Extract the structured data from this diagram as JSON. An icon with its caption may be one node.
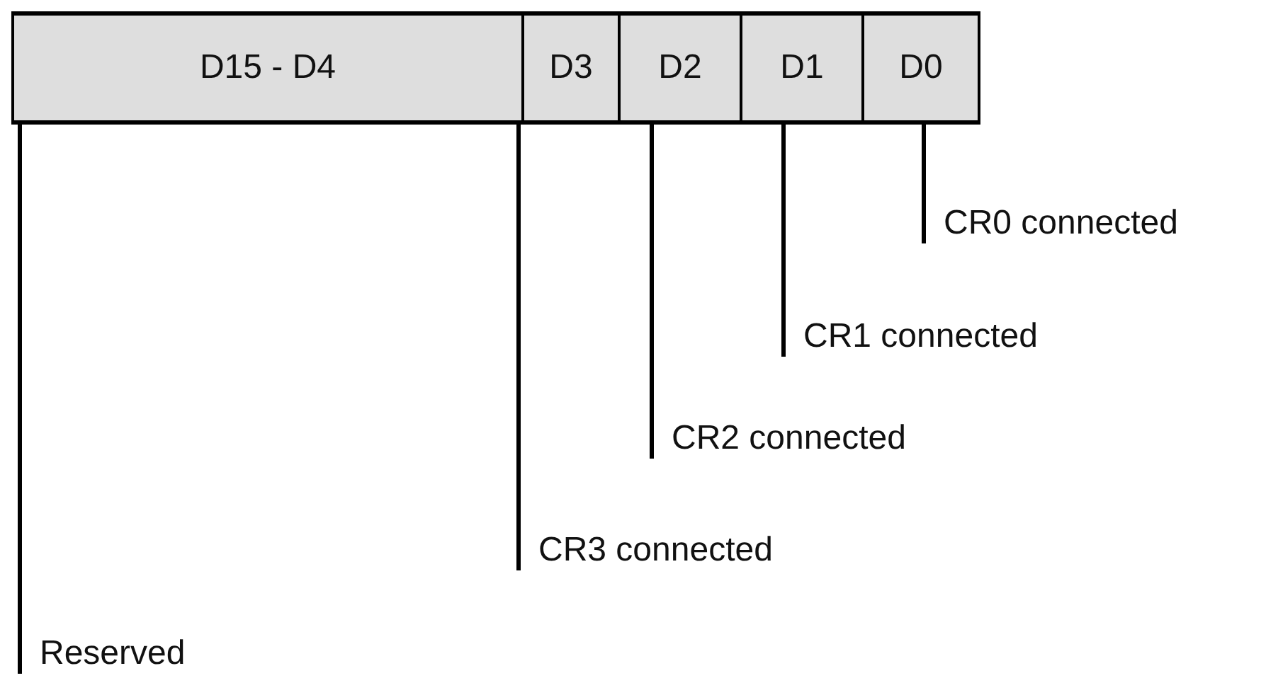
{
  "diagram": {
    "nodes": [
      {
        "text": [
          "D15 - D4"
        ]
      },
      {
        "text": [
          "D3"
        ]
      },
      {
        "text": [
          "D2"
        ]
      },
      {
        "text": [
          "D1"
        ]
      },
      {
        "text": [
          "D0"
        ]
      },
      {
        "text": [
          "CR0 connected"
        ]
      },
      {
        "text": [
          "CR1 connected"
        ]
      },
      {
        "text": [
          "CR2 connected"
        ]
      },
      {
        "text": [
          "CR3 connected"
        ]
      },
      {
        "text": [
          "Reserved"
        ]
      }
    ],
    "edges": [
      {
        "from": 4,
        "to": 5,
        "arrow": "none"
      },
      {
        "from": 3,
        "to": 6,
        "arrow": "none"
      },
      {
        "from": 2,
        "to": 7,
        "arrow": "none"
      },
      {
        "from": 1,
        "to": 8,
        "arrow": "none"
      },
      {
        "from": 0,
        "to": 9,
        "arrow": "none"
      }
    ]
  }
}
